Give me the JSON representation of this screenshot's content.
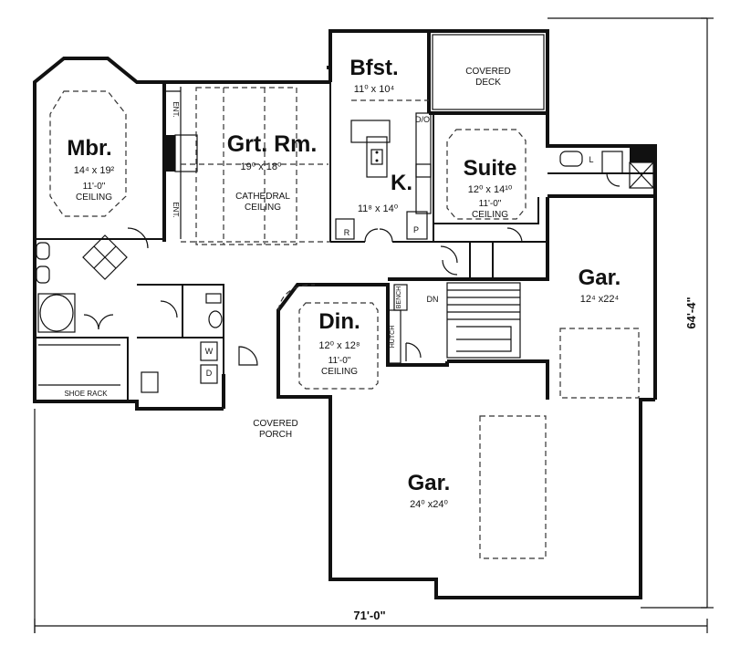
{
  "rooms": {
    "mbr": {
      "name": "Mbr.",
      "size": "14⁴ x 19²",
      "ceiling_1": "11'-0\"",
      "ceiling_2": "CEILING"
    },
    "grt": {
      "name": "Grt. Rm.",
      "size": "19⁰ x 18⁰",
      "ceiling_1": "CATHEDRAL",
      "ceiling_2": "CEILING"
    },
    "bfst": {
      "name": "Bfst.",
      "size": "11⁰ x 10⁴"
    },
    "deck": {
      "line1": "COVERED",
      "line2": "DECK"
    },
    "kitchen": {
      "name": "K.",
      "size": "11⁸ x 14⁰"
    },
    "suite": {
      "name": "Suite",
      "size": "12⁰ x 14¹⁰",
      "ceiling_1": "11'-0\"",
      "ceiling_2": "CEILING"
    },
    "gar_small": {
      "name": "Gar.",
      "size": "12⁴ x22⁴"
    },
    "din": {
      "name": "Din.",
      "size": "12⁰ x 12⁸",
      "ceiling_1": "11'-0\"",
      "ceiling_2": "CEILING"
    },
    "porch": {
      "line1": "COVERED",
      "line2": "PORCH"
    },
    "gar_big": {
      "name": "Gar.",
      "size": "24⁰ x24⁰"
    }
  },
  "labels": {
    "ent_top": "ENT.",
    "ent_bottom": "ENT.",
    "do": "D/O",
    "r": "R",
    "p": "P",
    "l": "L",
    "dn": "DN",
    "bench": "BENCH",
    "hutch": "HUTCH",
    "w": "W",
    "d": "D",
    "shoe_rack": "SHOE RACK"
  },
  "dimensions": {
    "width": "71'-0\"",
    "height": "64'-4\""
  }
}
